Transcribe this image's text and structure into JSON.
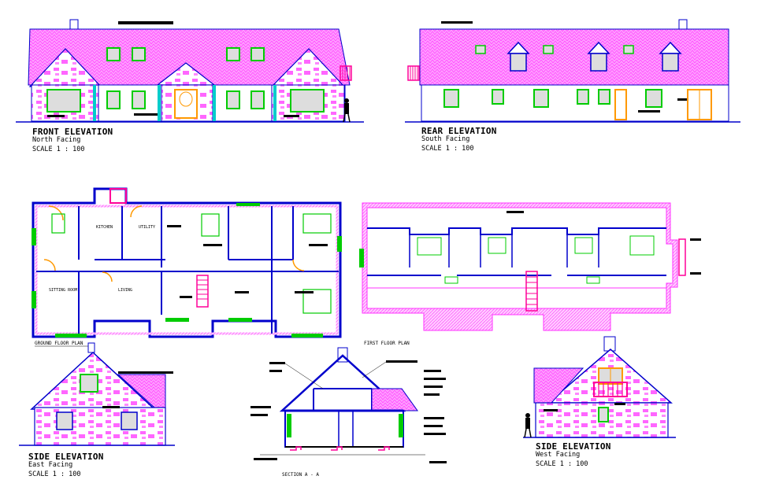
{
  "views": {
    "front": {
      "title": "FRONT ELEVATION",
      "facing": "North Facing",
      "scale": "SCALE 1 : 100"
    },
    "rear": {
      "title": "REAR ELEVATION",
      "facing": "South Facing",
      "scale": "SCALE 1 : 100"
    },
    "side_east": {
      "title": "SIDE ELEVATION",
      "facing": "East Facing",
      "scale": "SCALE 1 : 100"
    },
    "side_west": {
      "title": "SIDE ELEVATION",
      "facing": "West Facing",
      "scale": "SCALE 1 : 100"
    },
    "ground_plan": {
      "title": "GROUND FLOOR PLAN"
    },
    "first_plan": {
      "title": "FIRST FLOOR PLAN"
    },
    "section": {
      "title": "SECTION A - A"
    }
  },
  "room_labels": {
    "sitting": "SITTING ROOM",
    "kitchen": "KITCHEN",
    "utility": "UTILITY",
    "living": "LIVING"
  },
  "colors": {
    "outline": "#0000cc",
    "roof": "#ff66ff",
    "stone": "#ff55ff",
    "glazing": "#00cc00",
    "door": "#ff9900",
    "text": "#000000"
  }
}
